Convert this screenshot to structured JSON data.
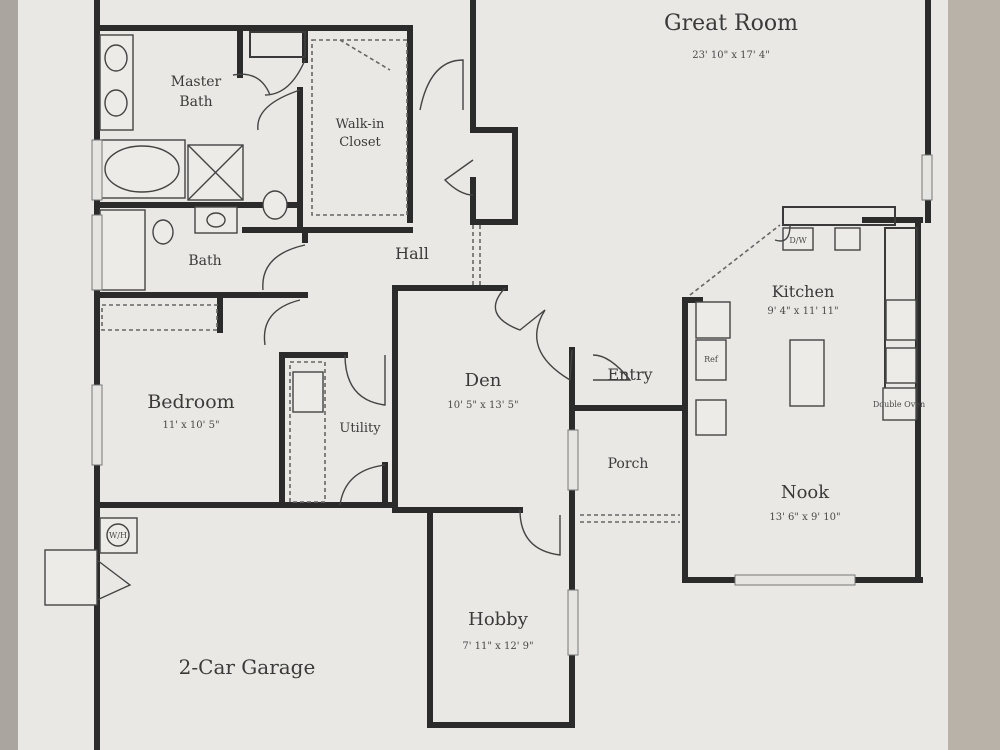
{
  "rooms": {
    "great_room": {
      "name": "Great Room",
      "dims": "23' 10\" x 17' 4\""
    },
    "master_bath": {
      "name_line1": "Master",
      "name_line2": "Bath"
    },
    "walk_in_closet": {
      "name_line1": "Walk-in",
      "name_line2": "Closet"
    },
    "hall": {
      "name": "Hall"
    },
    "bath": {
      "name": "Bath"
    },
    "kitchen": {
      "name": "Kitchen",
      "dims": "9' 4\" x 11' 11\""
    },
    "bedroom": {
      "name": "Bedroom",
      "dims": "11' x 10' 5\""
    },
    "den": {
      "name": "Den",
      "dims": "10' 5\" x 13' 5\""
    },
    "entry": {
      "name": "Entry"
    },
    "utility": {
      "name": "Utility"
    },
    "porch": {
      "name": "Porch"
    },
    "nook": {
      "name": "Nook",
      "dims": "13' 6\" x 9' 10\""
    },
    "hobby": {
      "name": "Hobby",
      "dims": "7' 11\" x 12' 9\""
    },
    "garage": {
      "name": "2-Car Garage"
    }
  },
  "fixtures": {
    "kitchen_appliance_1": "D/W",
    "kitchen_appliance_2": "Ref",
    "kitchen_appliance_3": "Double Oven",
    "water_heater": "W/H"
  }
}
